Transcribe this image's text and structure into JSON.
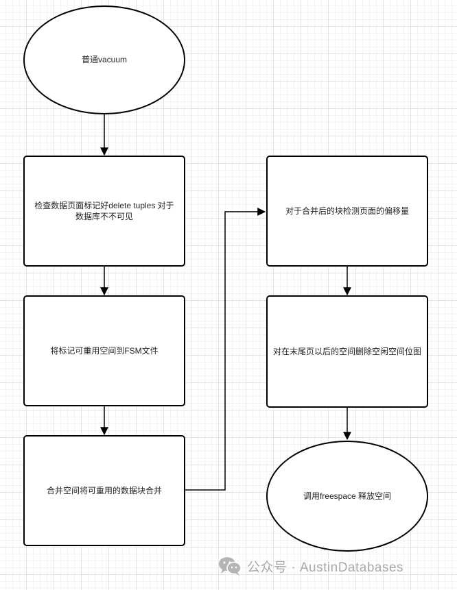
{
  "nodes": {
    "start_vacuum": "普通vacuum",
    "check_pages": "检查数据页面标记好delete tuples 对于 数据库不不可见",
    "mark_fsm": "将标记可重用空间到FSM文件",
    "merge_space": "合并空间将可重用的数据块合并",
    "detect_offset": "对于合并后的块检测页面的偏移量",
    "delete_bitmap": "对在末尾页以后的空间删除空闲空间位图",
    "call_freespace": "调用freespace 释放空间"
  },
  "watermark": {
    "text": "公众号 · AustinDatabases",
    "icon": "wechat-icon"
  },
  "colors": {
    "line": "#000000",
    "grid": "#e4e4e4",
    "watermark": "#a9a9a9"
  }
}
